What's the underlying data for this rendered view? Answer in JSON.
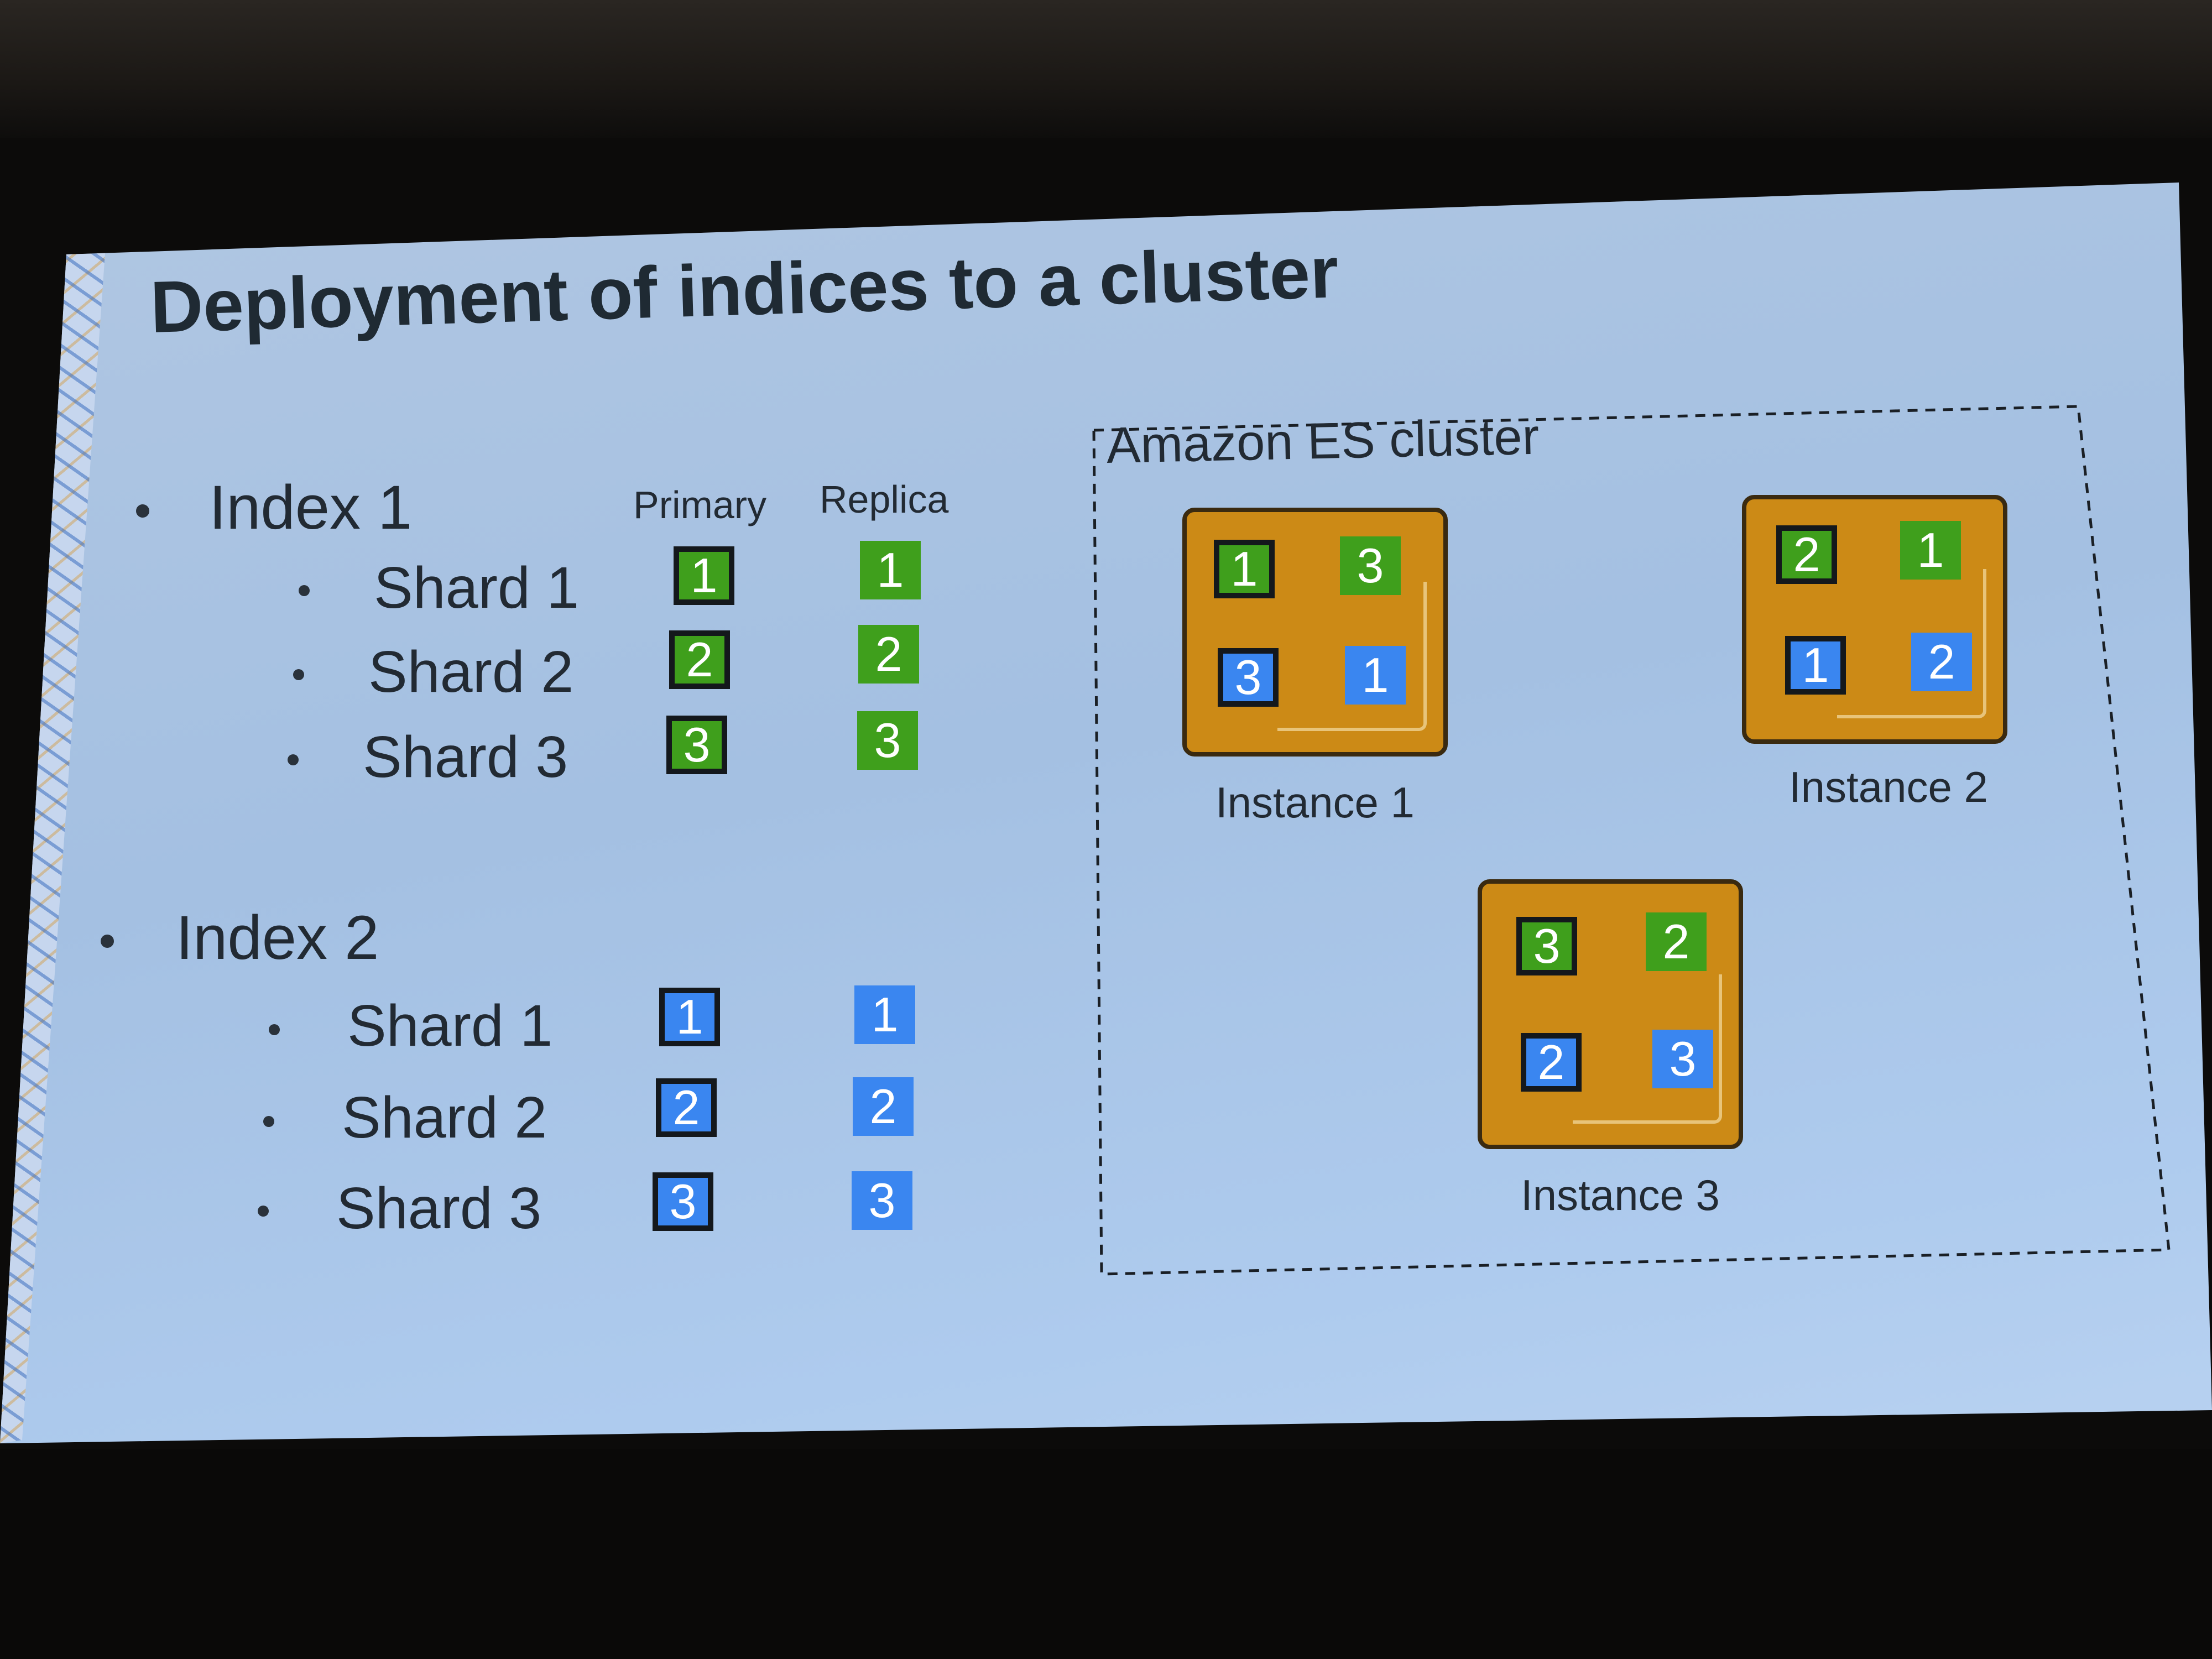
{
  "slide": {
    "title": "Deployment of indices to a cluster"
  },
  "legend": {
    "primary_label": "Primary",
    "replica_label": "Replica"
  },
  "indices": [
    {
      "label": "Index 1",
      "color": "#3f9f1c",
      "shards": [
        {
          "label": "Shard 1",
          "primary": "1",
          "replica": "1"
        },
        {
          "label": "Shard 2",
          "primary": "2",
          "replica": "2"
        },
        {
          "label": "Shard 3",
          "primary": "3",
          "replica": "3"
        }
      ]
    },
    {
      "label": "Index 2",
      "color": "#3a86f0",
      "shards": [
        {
          "label": "Shard 1",
          "primary": "1",
          "replica": "1"
        },
        {
          "label": "Shard 2",
          "primary": "2",
          "replica": "2"
        },
        {
          "label": "Shard 3",
          "primary": "3",
          "replica": "3"
        }
      ]
    }
  ],
  "cluster": {
    "title": "Amazon ES cluster",
    "instance_color": "#cc8a16",
    "instances": [
      {
        "label": "Instance 1",
        "shards": [
          {
            "index": "Index 1",
            "shard": "1",
            "role": "Primary"
          },
          {
            "index": "Index 1",
            "shard": "3",
            "role": "Replica"
          },
          {
            "index": "Index 2",
            "shard": "3",
            "role": "Primary"
          },
          {
            "index": "Index 2",
            "shard": "1",
            "role": "Replica"
          }
        ]
      },
      {
        "label": "Instance 2",
        "shards": [
          {
            "index": "Index 1",
            "shard": "2",
            "role": "Primary"
          },
          {
            "index": "Index 1",
            "shard": "1",
            "role": "Replica"
          },
          {
            "index": "Index 2",
            "shard": "1",
            "role": "Primary"
          },
          {
            "index": "Index 2",
            "shard": "2",
            "role": "Replica"
          }
        ]
      },
      {
        "label": "Instance 3",
        "shards": [
          {
            "index": "Index 1",
            "shard": "3",
            "role": "Primary"
          },
          {
            "index": "Index 1",
            "shard": "2",
            "role": "Replica"
          },
          {
            "index": "Index 2",
            "shard": "2",
            "role": "Primary"
          },
          {
            "index": "Index 2",
            "shard": "3",
            "role": "Replica"
          }
        ]
      }
    ]
  }
}
